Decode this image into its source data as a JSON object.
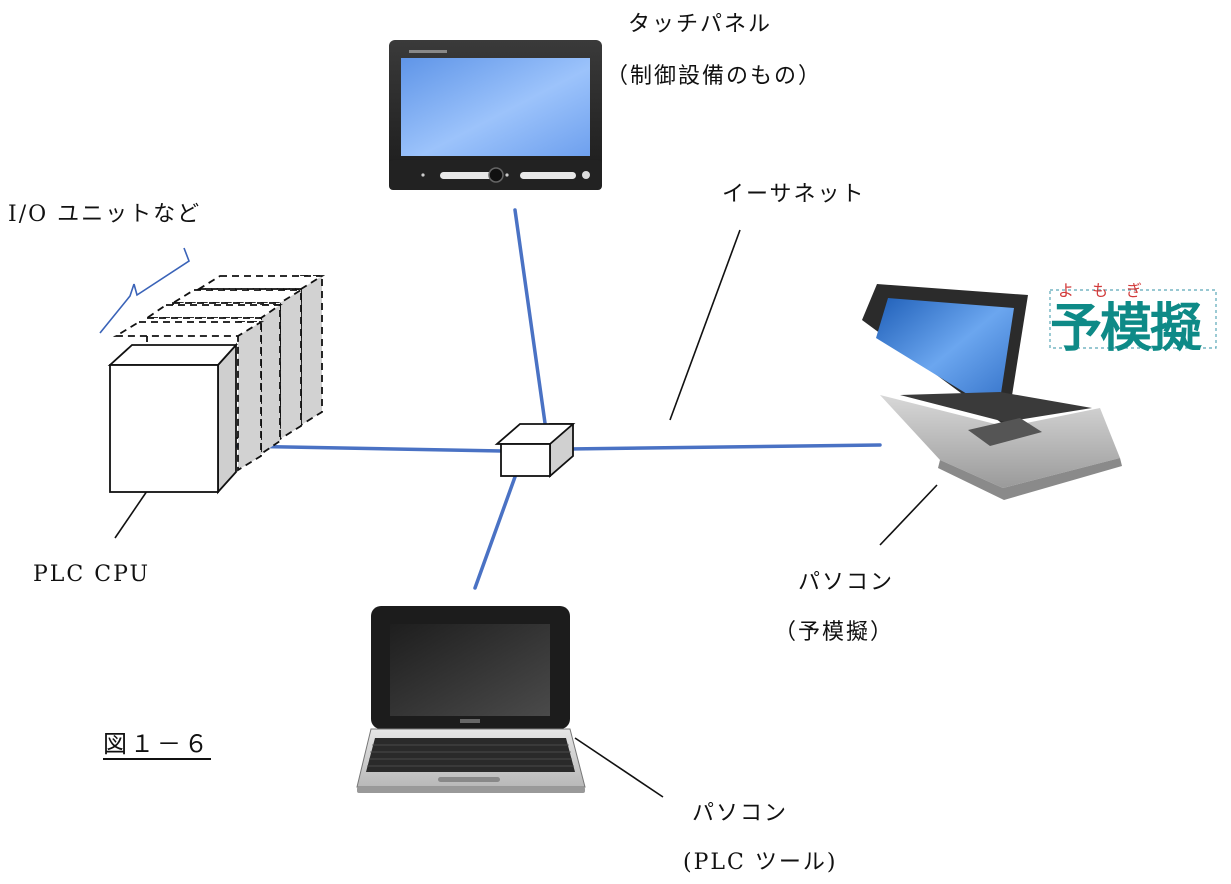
{
  "labels": {
    "touch_panel_title": "タッチパネル",
    "touch_panel_note": "（制御設備のもの）",
    "io_units": "I/O ユニットなど",
    "ethernet": "イーサネット",
    "plc_cpu": "PLC CPU",
    "pc_yomogi": "パソコン",
    "pc_yomogi_note": "（予模擬）",
    "pc_tool": "パソコン",
    "pc_tool_note": "(PLC ツール)",
    "figure": "図１－６"
  },
  "logo": {
    "text": "予模擬",
    "ruby": "よもぎ",
    "color": "#0e8a87"
  },
  "colors": {
    "network_line": "#4a72c4",
    "screen_blue": "#7fb0f4",
    "bezel": "#2a2a2a"
  }
}
